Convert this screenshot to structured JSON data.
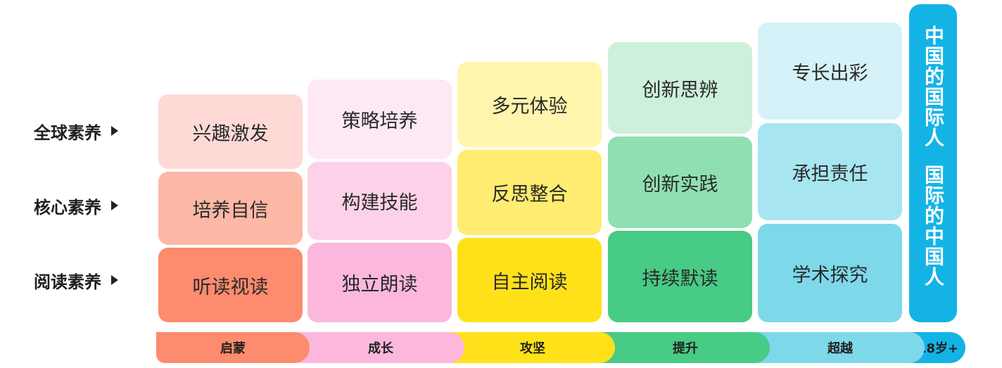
{
  "row_labels": [
    "全球素养",
    "核心素养",
    "阅读素养"
  ],
  "columns": [
    {
      "cards": [
        "兴趣激发",
        "培养自信",
        "听读视读"
      ],
      "colors": [
        "#fed9d5",
        "#fdb8a6",
        "#fd8b6d"
      ]
    },
    {
      "cards": [
        "策略培养",
        "构建技能",
        "独立朗读"
      ],
      "colors": [
        "#fde8f3",
        "#fdd2e8",
        "#fcb8dc"
      ]
    },
    {
      "cards": [
        "多元体验",
        "反思整合",
        "自主阅读"
      ],
      "colors": [
        "#fff5ad",
        "#ffec70",
        "#ffe11a"
      ]
    },
    {
      "cards": [
        "创新思辨",
        "创新实践",
        "持续默读"
      ],
      "colors": [
        "#cdf0da",
        "#8fe0b1",
        "#48cb84"
      ]
    },
    {
      "cards": [
        "专长出彩",
        "承担责任",
        "学术探究"
      ],
      "colors": [
        "#d5f2f8",
        "#a7e5f1",
        "#7dd8ea"
      ]
    }
  ],
  "stages": [
    {
      "label": "启蒙",
      "color": "#fd8b6d"
    },
    {
      "label": "成长",
      "color": "#fcb8dc"
    },
    {
      "label": "攻坚",
      "color": "#ffe11a"
    },
    {
      "label": "提升",
      "color": "#48cb84"
    },
    {
      "label": "超越",
      "color": "#7dd8ea"
    },
    {
      "label": "18岁+",
      "color": "#14b3e6"
    }
  ],
  "banner": {
    "line1": "中国的国际人",
    "line2": "国际的中国人",
    "color": "#14b3e6"
  }
}
